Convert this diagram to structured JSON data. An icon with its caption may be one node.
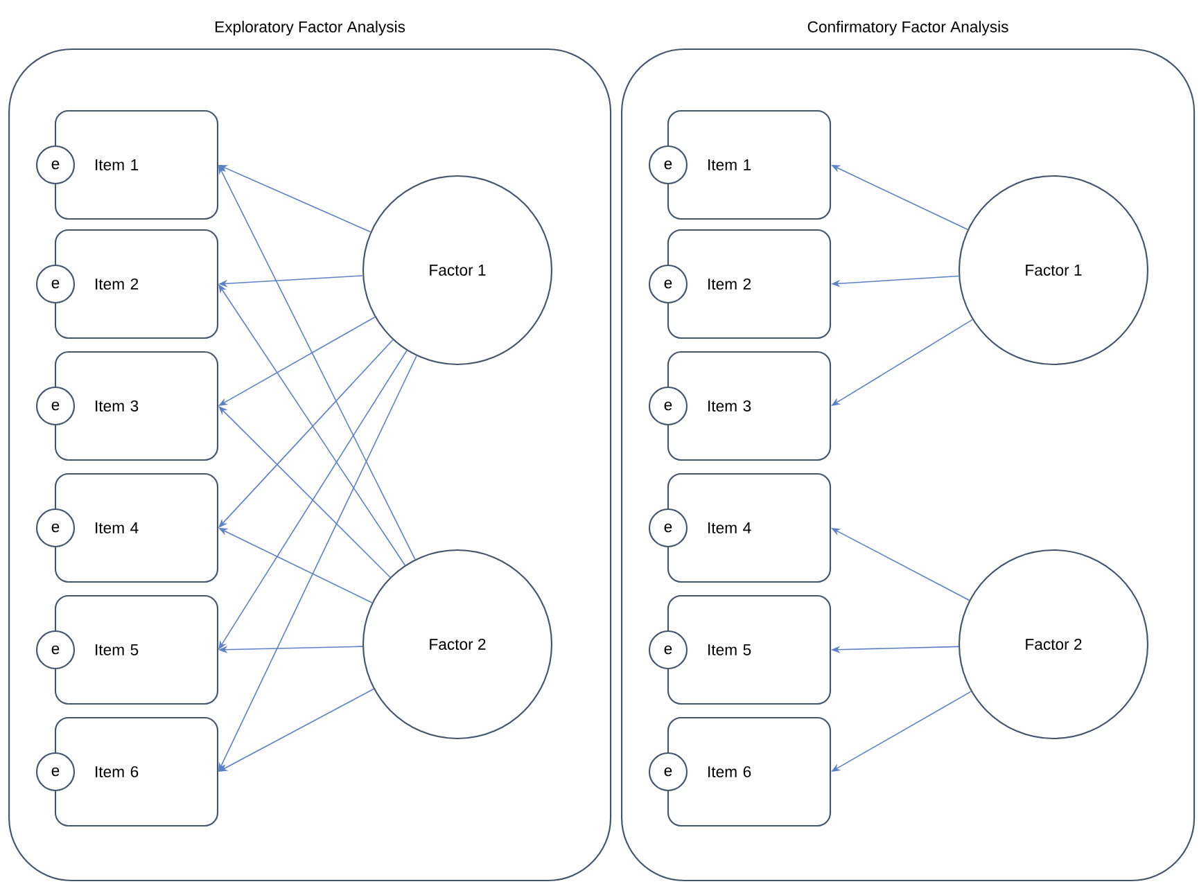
{
  "diagram": {
    "nodes": [
      {
        "text": [
          "Exploratory Factor Analysis"
        ]
      },
      {
        "text": [
          "Item 1"
        ],
        "in": 0
      },
      {
        "text": [
          "e"
        ],
        "in": 0
      },
      {
        "text": [
          "Item 2"
        ],
        "in": 0
      },
      {
        "text": [
          "e"
        ],
        "in": 0
      },
      {
        "text": [
          "Item 3"
        ],
        "in": 0
      },
      {
        "text": [
          "e"
        ],
        "in": 0
      },
      {
        "text": [
          "Item 4"
        ],
        "in": 0
      },
      {
        "text": [
          "e"
        ],
        "in": 0
      },
      {
        "text": [
          "Item 5"
        ],
        "in": 0
      },
      {
        "text": [
          "e"
        ],
        "in": 0
      },
      {
        "text": [
          "Item 6"
        ],
        "in": 0
      },
      {
        "text": [
          "e"
        ],
        "in": 0
      },
      {
        "text": [
          "Factor 1"
        ],
        "in": 0
      },
      {
        "text": [
          "Factor 2"
        ],
        "in": 0
      },
      {
        "text": [
          "Confirmatory Factor Analysis"
        ]
      },
      {
        "text": [
          "Item 1"
        ],
        "in": 15
      },
      {
        "text": [
          "e"
        ],
        "in": 15
      },
      {
        "text": [
          "Item 2"
        ],
        "in": 15
      },
      {
        "text": [
          "e"
        ],
        "in": 15
      },
      {
        "text": [
          "Item 3"
        ],
        "in": 15
      },
      {
        "text": [
          "e"
        ],
        "in": 15
      },
      {
        "text": [
          "Item 4"
        ],
        "in": 15
      },
      {
        "text": [
          "e"
        ],
        "in": 15
      },
      {
        "text": [
          "Item 5"
        ],
        "in": 15
      },
      {
        "text": [
          "e"
        ],
        "in": 15
      },
      {
        "text": [
          "Item 6"
        ],
        "in": 15
      },
      {
        "text": [
          "e"
        ],
        "in": 15
      },
      {
        "text": [
          "Factor 1"
        ],
        "in": 15
      },
      {
        "text": [
          "Factor 2"
        ],
        "in": 15
      }
    ],
    "edges": [
      {
        "from": 13,
        "to": 1,
        "arrow": "to"
      },
      {
        "from": 13,
        "to": 3,
        "arrow": "to"
      },
      {
        "from": 13,
        "to": 5,
        "arrow": "to"
      },
      {
        "from": 13,
        "to": 7,
        "arrow": "to"
      },
      {
        "from": 13,
        "to": 9,
        "arrow": "to"
      },
      {
        "from": 13,
        "to": 11,
        "arrow": "to"
      },
      {
        "from": 14,
        "to": 1,
        "arrow": "to"
      },
      {
        "from": 14,
        "to": 3,
        "arrow": "to"
      },
      {
        "from": 14,
        "to": 5,
        "arrow": "to"
      },
      {
        "from": 14,
        "to": 7,
        "arrow": "to"
      },
      {
        "from": 14,
        "to": 9,
        "arrow": "to"
      },
      {
        "from": 14,
        "to": 11,
        "arrow": "to"
      },
      {
        "from": 28,
        "to": 16,
        "arrow": "to"
      },
      {
        "from": 28,
        "to": 18,
        "arrow": "to"
      },
      {
        "from": 28,
        "to": 20,
        "arrow": "to"
      },
      {
        "from": 29,
        "to": 22,
        "arrow": "to"
      },
      {
        "from": 29,
        "to": 24,
        "arrow": "to"
      },
      {
        "from": 29,
        "to": 26,
        "arrow": "to"
      }
    ]
  }
}
